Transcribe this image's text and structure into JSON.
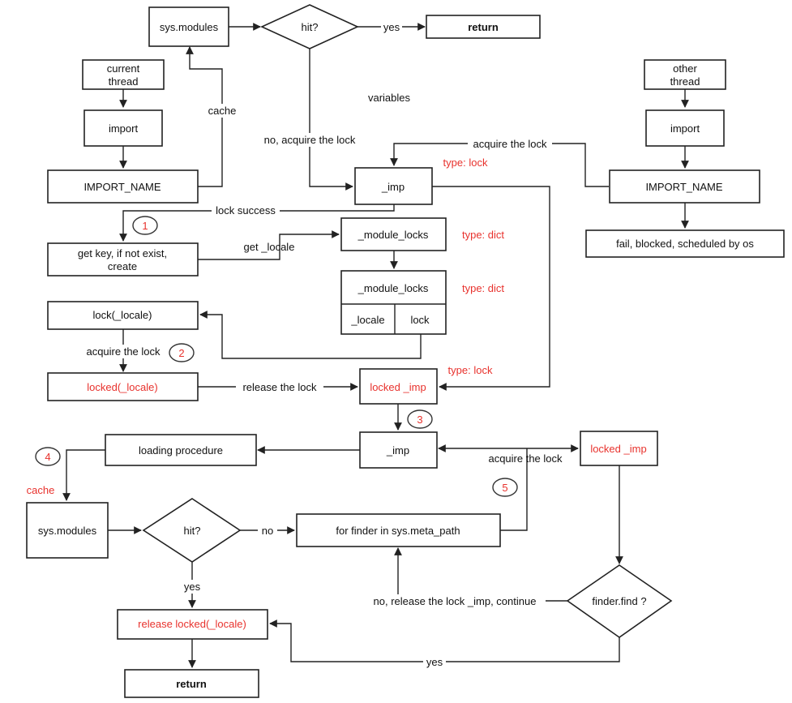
{
  "nodes": {
    "sys_modules_top": "sys.modules",
    "hit_top": "hit?",
    "return_top": "return",
    "current_thread_1": "current",
    "current_thread_2": "thread",
    "import_left": "import",
    "import_name_left": "IMPORT_NAME",
    "imp_top": "_imp",
    "other_thread_1": "other",
    "other_thread_2": "thread",
    "import_right": "import",
    "import_name_right": "IMPORT_NAME",
    "fail_blocked": "fail, blocked, scheduled by os",
    "get_key_1": "get key, if not exist,",
    "get_key_2": "create",
    "module_locks_1": "_module_locks",
    "module_locks_2": "_module_locks",
    "cell_locale": "_locale",
    "cell_lock": "lock",
    "lock_locale": "lock(_locale)",
    "locked_locale": "locked(_locale)",
    "locked_imp_mid": "locked _imp",
    "imp_mid": "_imp",
    "loading_procedure": "loading procedure",
    "locked_imp_right": "locked _imp",
    "sys_modules_bottom": "sys.modules",
    "hit_bottom": "hit?",
    "finder_loop": "for finder in sys.meta_path",
    "finder_find": "finder.find ?",
    "release_locked_locale": "release locked(_locale)",
    "return_bottom": "return"
  },
  "edge_labels": {
    "yes_top": "yes",
    "cache_left": "cache",
    "variables": "variables",
    "no_acquire": "no, acquire the lock",
    "acquire_lock_top": "acquire the lock",
    "lock_success": "lock success",
    "get_locale": "get _locale",
    "acquire_lock_left": "acquire the lock",
    "release_lock": "release the lock",
    "acquire_lock_mid": "acquire the lock",
    "cache_bottom": "cache",
    "no_bottom": "no",
    "yes_bottom": "yes",
    "no_release": "no, release the lock _imp, continue",
    "yes_finder": "yes"
  },
  "type_labels": {
    "imp_type": "type: lock",
    "module_locks_type_1": "type: dict",
    "module_locks_type_2": "type: dict",
    "locked_imp_type": "type: lock"
  },
  "badges": [
    "1",
    "2",
    "3",
    "4",
    "5"
  ],
  "colors": {
    "accent_red": "#e8322d",
    "stroke": "#222222"
  }
}
